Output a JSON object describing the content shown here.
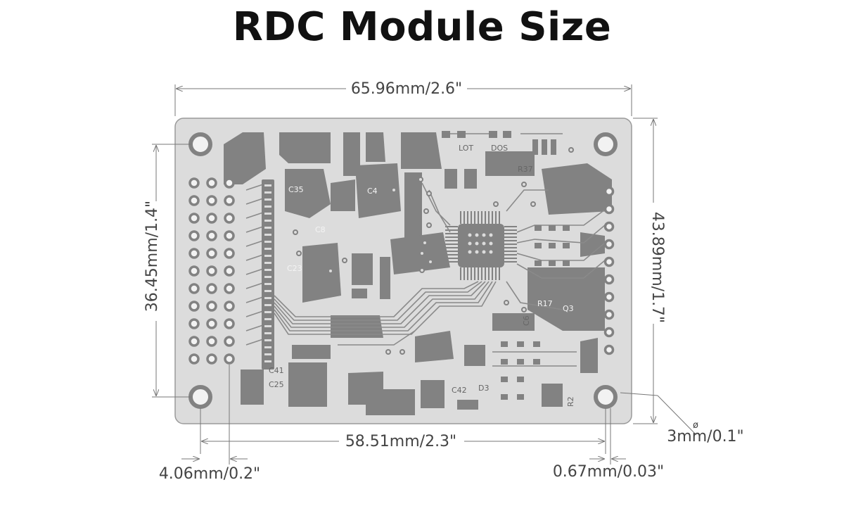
{
  "title": "RDC Module Size",
  "dimensions": {
    "width": "65.96mm/2.6\"",
    "height": "43.89mm/1.7\"",
    "hole_pitch_vertical": "36.45mm/1.4\"",
    "hole_pitch_horizontal": "58.51mm/2.3\"",
    "edge_offset_left": "4.06mm/0.2\"",
    "edge_offset_right": "0.67mm/0.03\"",
    "hole_diameter": "3mm/0.1\"",
    "diameter_symbol": "ø"
  },
  "silkscreen": {
    "lot": "LOT",
    "dos": "DOS",
    "labels": [
      "C35",
      "C4",
      "C8",
      "C23",
      "C41",
      "C25",
      "C42",
      "D3",
      "R37",
      "R17",
      "Q3",
      "R2",
      "C6"
    ]
  },
  "colors": {
    "board": "#dcdcdc",
    "copper": "#808080",
    "pad": "#f2f2f2",
    "dimension_line": "#777777"
  }
}
